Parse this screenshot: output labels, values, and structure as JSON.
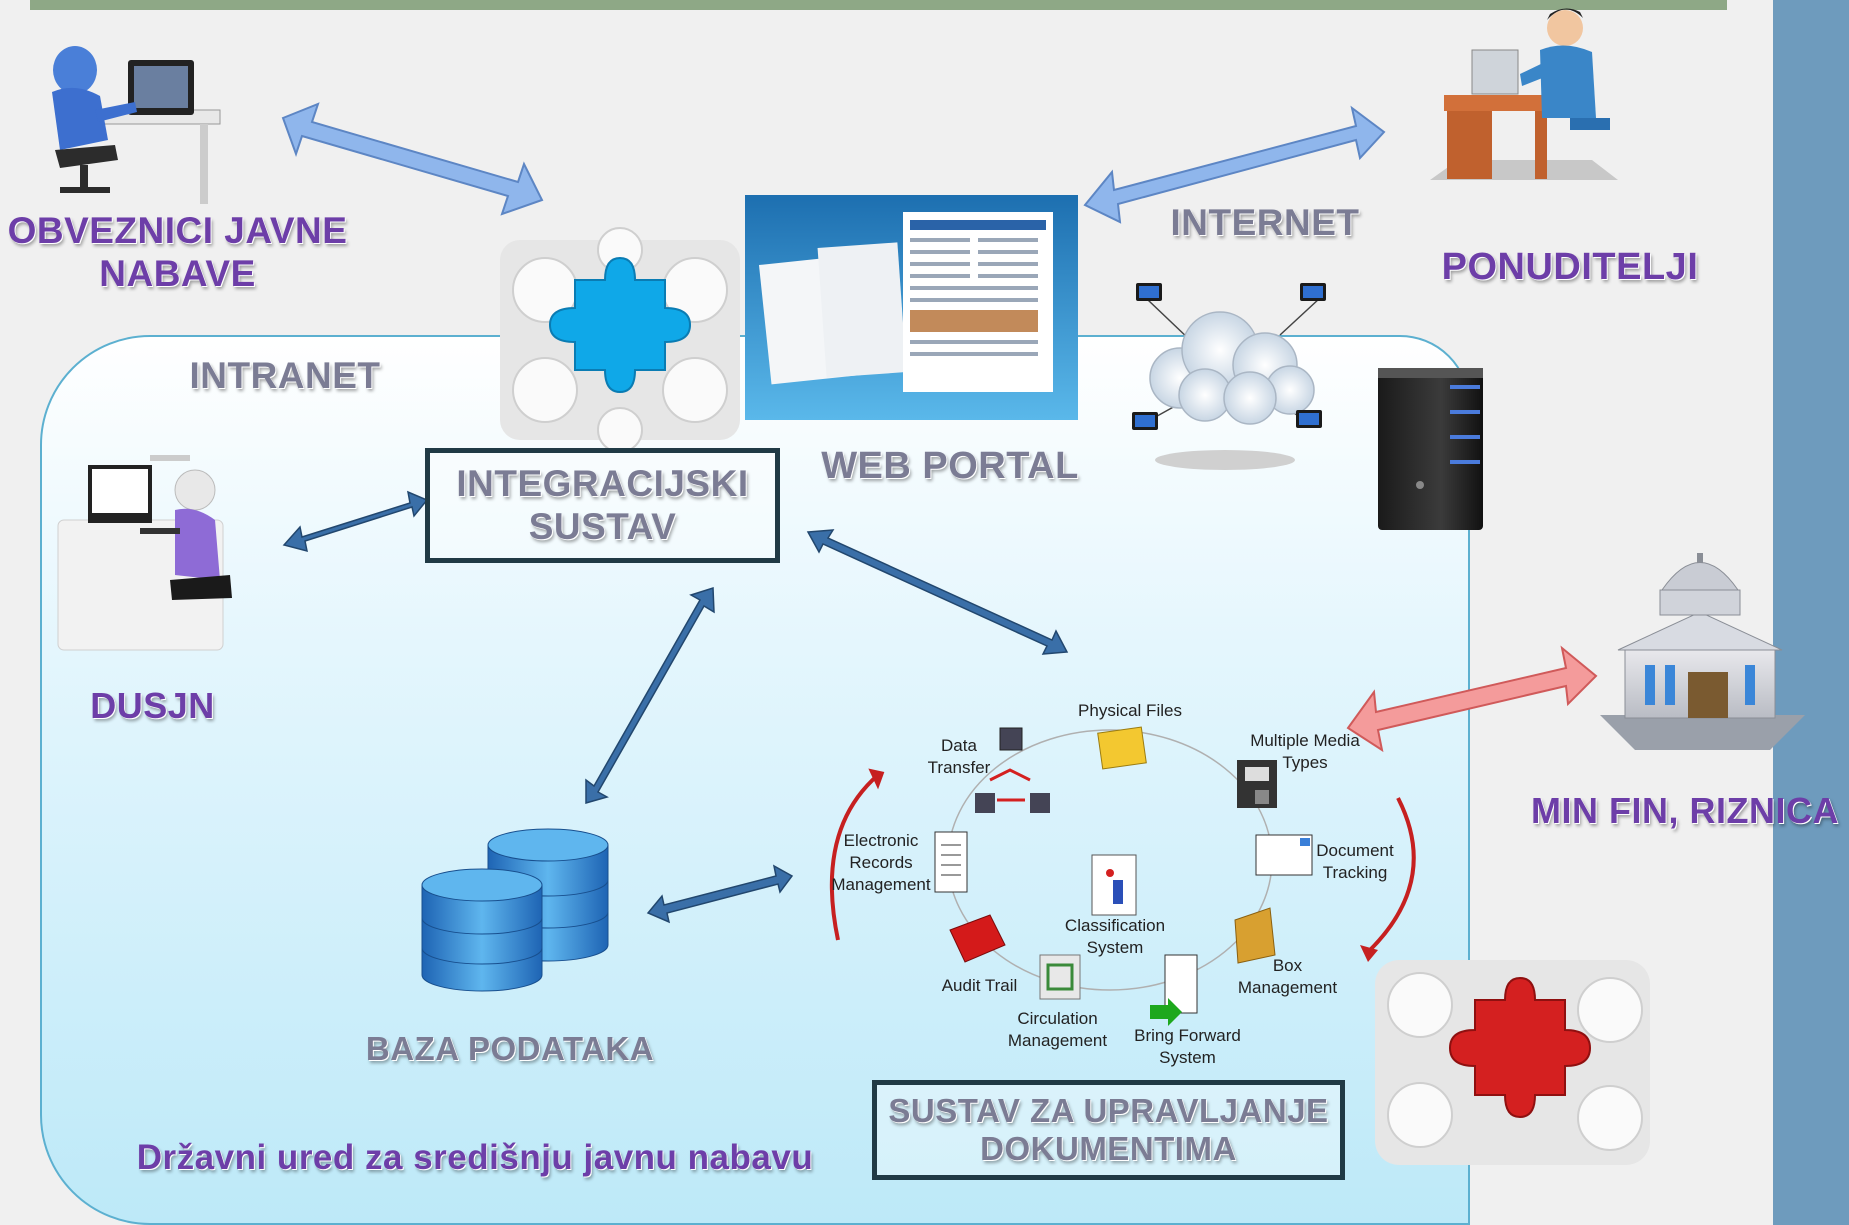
{
  "labels": {
    "obveznici": "OBVEZNICI JAVNE\nNABAVE",
    "ponuditelji": "PONUDITELJI",
    "internet": "INTERNET",
    "intranet": "INTRANET",
    "web_portal": "WEB PORTAL",
    "integracijski": "INTEGRACIJSKI\nSUSTAV",
    "dusjn": "DUSJN",
    "baza": "BAZA PODATAKA",
    "minfin": "MIN FIN, RIZNICA",
    "sustav_upravljanje": "SUSTAV ZA UPRAVLJANJE\nDOKUMENTIMA",
    "drzavni_ured": "Državni ured za središnju javnu nabavu"
  },
  "records": {
    "physical_files": "Physical Files",
    "multiple_media": "Multiple Media\nTypes",
    "data_transfer": "Data\nTransfer",
    "electronic_records": "Electronic\nRecords\nManagement",
    "document_tracking": "Document\nTracking",
    "classification": "Classification\nSystem",
    "box_management": "Box\nManagement",
    "audit_trail": "Audit Trail",
    "circulation": "Circulation\nManagement",
    "bring_forward": "Bring Forward\nSystem"
  },
  "colors": {
    "label_purple": "#6d3ea8",
    "label_gray": "#7b7c94",
    "arrow_dark": "#3a6fa8",
    "arrow_light": "#8fb6ec",
    "arrow_pink": "#f49b9b",
    "puzzle_blue": "#0fa8e8",
    "puzzle_red": "#d42020",
    "zone_fill": "#bde9f8"
  }
}
